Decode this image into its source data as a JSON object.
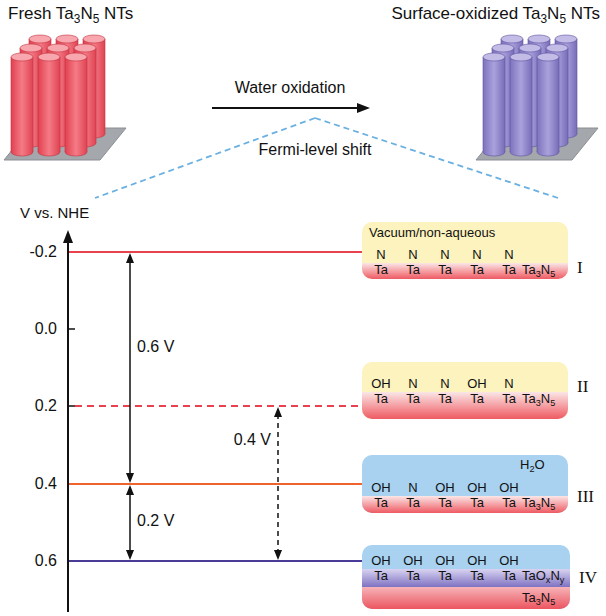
{
  "diagram": {
    "nodes": [
      {
        "text": [
          "Vacuum/non-aqueous",
          "N",
          "N",
          "N",
          "N",
          "N",
          "Ta",
          "Ta",
          "Ta",
          "Ta",
          "Ta",
          "Ta3N5",
          "I"
        ]
      },
      {
        "text": [
          "OH",
          "N",
          "N",
          "OH",
          "N",
          "Ta",
          "Ta",
          "Ta",
          "Ta",
          "Ta",
          "Ta3N5",
          "II"
        ]
      },
      {
        "text": [
          "H2O",
          "OH",
          "N",
          "OH",
          "OH",
          "OH",
          "Ta",
          "Ta",
          "Ta",
          "Ta",
          "Ta",
          "Ta3N5",
          "III"
        ]
      },
      {
        "text": [
          "OH",
          "OH",
          "OH",
          "OH",
          "OH",
          "Ta",
          "Ta",
          "Ta",
          "Ta",
          "Ta",
          "TaOxNy",
          "Ta3N5",
          "IV"
        ]
      }
    ],
    "labels": [
      "Fresh Ta3N5 NTs",
      "Surface-oxidized Ta3N5 NTs",
      "Water oxidation",
      "Fermi-level shift",
      "V vs. NHE",
      "-0.2",
      "0.0",
      "0.2",
      "0.4",
      "0.6",
      "0.6 V",
      "0.4 V",
      "0.2 V"
    ]
  }
}
